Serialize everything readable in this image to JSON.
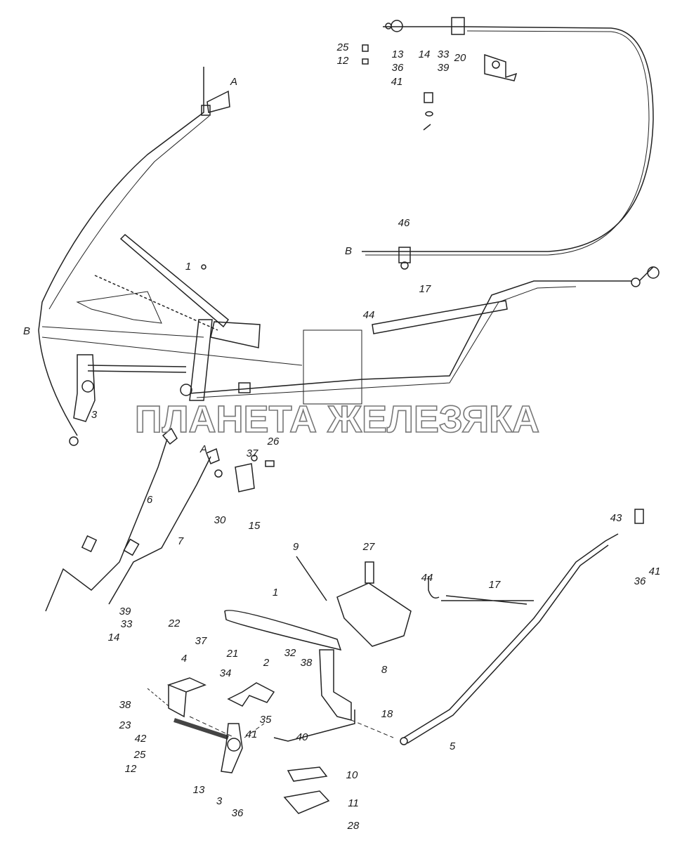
{
  "watermark": "ПЛАНЕТА ЖЕЛЕЗЯКА",
  "view_marks": {
    "a_top": "A",
    "a_bottom": "A",
    "b_right": "B",
    "b_left": "B"
  },
  "top_cable": {
    "l25": "25",
    "l12": "12",
    "l13": "13",
    "l36": "36",
    "l14": "14",
    "l33": "33",
    "l39": "39",
    "l20": "20",
    "l41": "41"
  },
  "mid": {
    "l46": "46",
    "l1": "1",
    "l17": "17",
    "l44": "44",
    "l3": "3"
  },
  "cables": {
    "l26": "26",
    "l37": "37",
    "l6": "6",
    "l30": "30",
    "l15": "15",
    "l7": "7",
    "l39": "39",
    "l33": "33",
    "l14": "14"
  },
  "pedal": {
    "l9": "9",
    "l27": "27",
    "l44": "44",
    "l17": "17",
    "l43": "43",
    "l36": "36",
    "l41": "41",
    "l1": "1",
    "l22": "22",
    "l37": "37",
    "l21": "21",
    "l32": "32",
    "l38a": "38",
    "l2": "2",
    "l8": "8",
    "l4": "4",
    "l34": "34",
    "l38b": "38",
    "l18": "18",
    "l23": "23",
    "l35": "35",
    "l40": "40",
    "l42": "42",
    "l41b": "41",
    "l25": "25",
    "l12": "12",
    "l5": "5",
    "l10": "10",
    "l11": "11",
    "l13": "13",
    "l3": "3",
    "l36b": "36",
    "l28": "28"
  }
}
